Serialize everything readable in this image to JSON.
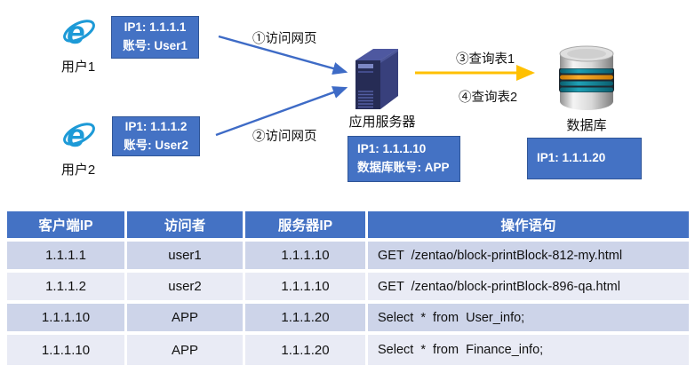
{
  "colors": {
    "accent_blue": "#4472C4",
    "box_border": "#2F5597",
    "arrow_blue": "#3E6BC6",
    "arrow_yellow": "#FFC000",
    "row_dark": "#CDD4E9",
    "row_light": "#E9EBF5",
    "ie_blue": "#1D9AD7"
  },
  "diagram": {
    "user1": {
      "label": "用户1",
      "icon": "ie-browser-icon",
      "info_line1": "IP1: 1.1.1.1",
      "info_line2": "账号: User1"
    },
    "user2": {
      "label": "用户2",
      "icon": "ie-browser-icon",
      "info_line1": "IP1: 1.1.1.2",
      "info_line2": "账号: User2"
    },
    "arrow1_label": "①访问网页",
    "arrow2_label": "②访问网页",
    "arrow3_label": "③查询表1",
    "arrow4_label": "④查询表2",
    "server": {
      "label": "应用服务器",
      "icon": "server-tower-icon",
      "info_line1": "IP1: 1.1.1.10",
      "info_line2": "数据库账号: APP"
    },
    "database": {
      "label": "数据库",
      "icon": "database-cylinder-icon",
      "info_line1": "IP1: 1.1.1.20"
    }
  },
  "table": {
    "headers": [
      "客户端IP",
      "访问者",
      "服务器IP",
      "操作语句"
    ],
    "rows": [
      {
        "client_ip": "1.1.1.1",
        "visitor": "user1",
        "server_ip": "1.1.1.10",
        "statement": "GET  /zentao/block-printBlock-812-my.html"
      },
      {
        "client_ip": "1.1.1.2",
        "visitor": "user2",
        "server_ip": "1.1.1.10",
        "statement": "GET  /zentao/block-printBlock-896-qa.html"
      },
      {
        "client_ip": "1.1.1.10",
        "visitor": "APP",
        "server_ip": "1.1.1.20",
        "statement": "Select  *  from  User_info;"
      },
      {
        "client_ip": "1.1.1.10",
        "visitor": "APP",
        "server_ip": "1.1.1.20",
        "statement": "Select  *  from  Finance_info;"
      }
    ]
  }
}
